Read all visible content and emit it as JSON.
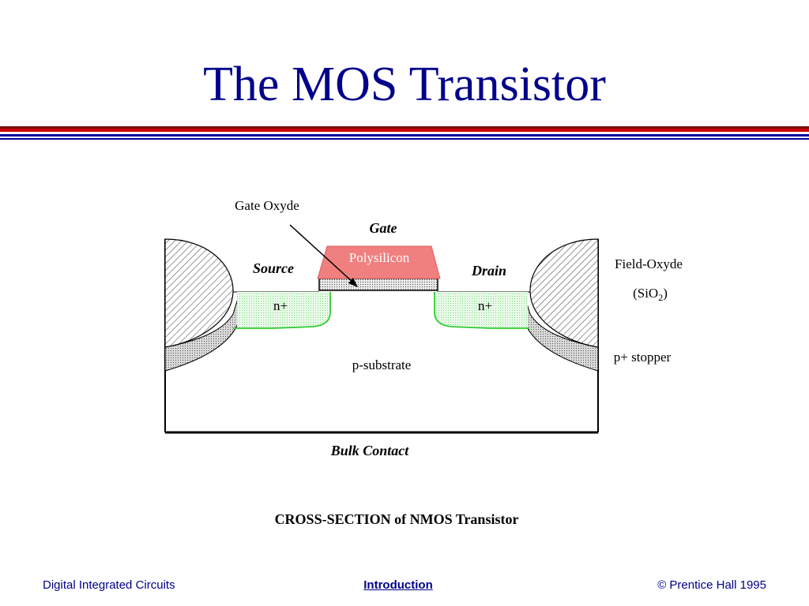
{
  "slide": {
    "title": "The MOS Transistor",
    "colors": {
      "title": "#00008b",
      "rule_red": "#cc0000",
      "rule_dark": "#7a1010",
      "rule_blue": "#00009a",
      "polysilicon": "#f08080",
      "n_plus": "#90ee90"
    }
  },
  "diagram": {
    "gate_oxyde_label": "Gate Oxyde",
    "gate_label": "Gate",
    "polysilicon_label": "Polysilicon",
    "source_label": "Source",
    "drain_label": "Drain",
    "n_plus_left": "n+",
    "n_plus_right": "n+",
    "substrate_label": "p-substrate",
    "bulk_label": "Bulk Contact",
    "field_oxyde_label": "Field-Oxyde",
    "sio2_prefix": "(SiO",
    "sio2_sub": "2",
    "sio2_suffix": ")",
    "stopper_label": "p+ stopper",
    "caption": "CROSS-SECTION of NMOS Transistor"
  },
  "footer": {
    "left": "Digital Integrated Circuits",
    "center": "Introduction",
    "right": "© Prentice Hall 1995"
  }
}
